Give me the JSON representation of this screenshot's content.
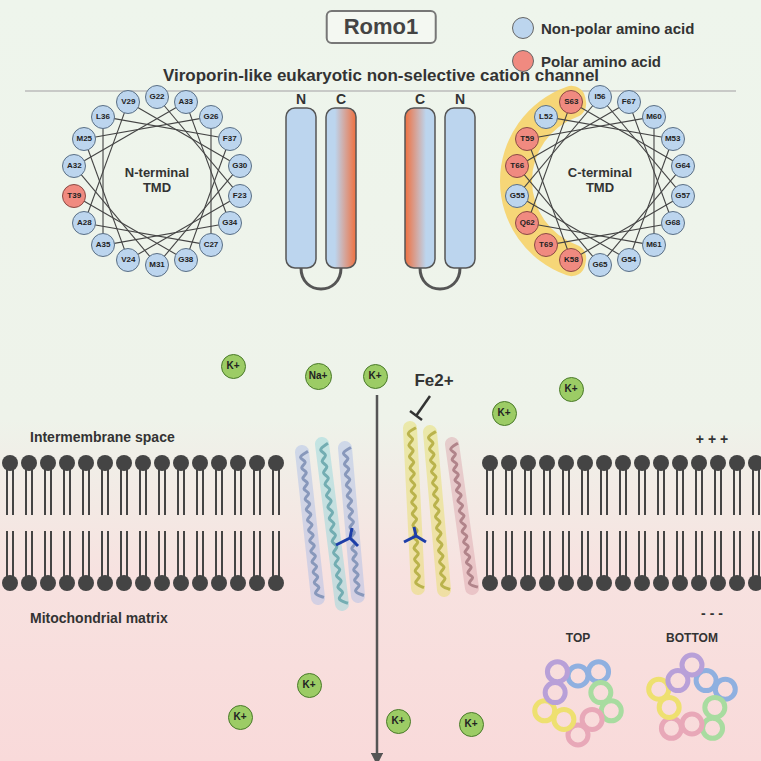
{
  "diagram": {
    "title": "Romo1",
    "nodes": [
      {
        "text": [
          "G22"
        ]
      },
      {
        "text": [
          "A33"
        ]
      },
      {
        "text": [
          "G26"
        ]
      },
      {
        "text": [
          "F37"
        ]
      },
      {
        "text": [
          "G30"
        ]
      },
      {
        "text": [
          "F23"
        ]
      },
      {
        "text": [
          "G34"
        ]
      },
      {
        "text": [
          "C27"
        ]
      },
      {
        "text": [
          "G38"
        ]
      },
      {
        "text": [
          "M31"
        ]
      },
      {
        "text": [
          "V24"
        ]
      },
      {
        "text": [
          "A35"
        ]
      },
      {
        "text": [
          "A28"
        ]
      },
      {
        "text": [
          "T39"
        ]
      },
      {
        "text": [
          "A32"
        ]
      },
      {
        "text": [
          "M25"
        ]
      },
      {
        "text": [
          "L36"
        ]
      },
      {
        "text": [
          "V29"
        ]
      },
      {
        "text": [
          "I56"
        ]
      },
      {
        "text": [
          "F67"
        ]
      },
      {
        "text": [
          "M60"
        ]
      },
      {
        "text": [
          "M53"
        ]
      },
      {
        "text": [
          "G64"
        ]
      },
      {
        "text": [
          "G57"
        ]
      },
      {
        "text": [
          "G68"
        ]
      },
      {
        "text": [
          "M61"
        ]
      },
      {
        "text": [
          "G54"
        ]
      },
      {
        "text": [
          "G65"
        ]
      },
      {
        "text": [
          "K58"
        ]
      },
      {
        "text": [
          "T69"
        ]
      },
      {
        "text": [
          "Q62"
        ]
      },
      {
        "text": [
          "G55"
        ]
      },
      {
        "text": [
          "T66"
        ]
      },
      {
        "text": [
          "T59"
        ]
      },
      {
        "text": [
          "L52"
        ]
      },
      {
        "text": [
          "S63"
        ]
      },
      {
        "text": [
          "K+"
        ]
      },
      {
        "text": [
          "Na+"
        ]
      },
      {
        "text": [
          "K+"
        ]
      },
      {
        "text": [
          "K+"
        ]
      },
      {
        "text": [
          "K+"
        ]
      },
      {
        "text": [
          "K+"
        ]
      },
      {
        "text": [
          "K+"
        ]
      },
      {
        "text": [
          "K+"
        ]
      },
      {
        "text": [
          "K+"
        ]
      }
    ],
    "labels": [
      "Viroporin-like eukaryotic non-selective cation channel",
      "N-terminal TMD",
      "C-terminal TMD",
      "N",
      "C",
      "C",
      "N",
      "Fe2+",
      "Intermembrane space",
      "Mitochondrial matrix",
      "+ + +",
      "- - -",
      "TOP",
      "BOTTOM"
    ],
    "legend": [
      {
        "text": "Non-polar amino acid",
        "color": "#bcd5ee"
      },
      {
        "text": "Polar amino acid",
        "color": "#f08a80"
      }
    ]
  }
}
